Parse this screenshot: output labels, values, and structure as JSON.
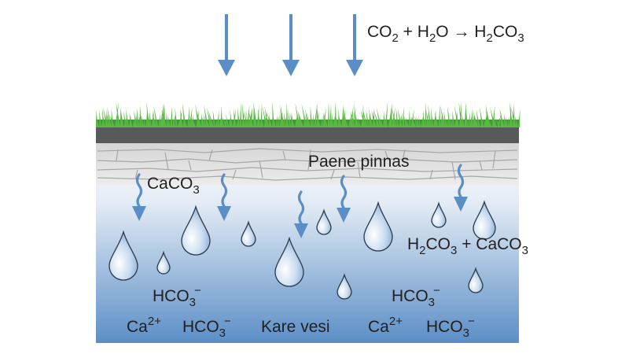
{
  "colors": {
    "arrow": "#5b8ec6",
    "grass": "#4caf3a",
    "soil": "#58595b",
    "limestone": "#d6d6d6",
    "water_top": "#e8eff7",
    "water_bottom": "#5b8ec6",
    "droplet": "#a9c6e6",
    "text": "#231f20"
  },
  "equation_top": {
    "parts": [
      {
        "t": "CO"
      },
      {
        "s": "2"
      },
      {
        "t": " + H"
      },
      {
        "s": "2"
      },
      {
        "t": "O  →  H"
      },
      {
        "s": "2"
      },
      {
        "t": "CO"
      },
      {
        "s": "3"
      }
    ]
  },
  "label_limestone": "Paene pinnas",
  "label_caco3": {
    "main": "CaCO",
    "sub": "3"
  },
  "equation_right": {
    "parts": [
      {
        "t": "H"
      },
      {
        "s": "2"
      },
      {
        "t": "CO"
      },
      {
        "s": "3"
      },
      {
        "t": " + CaCO"
      },
      {
        "s": "3"
      }
    ]
  },
  "ions": {
    "hco3_left_top": {
      "main": "HCO",
      "sub": "3",
      "sup": "−"
    },
    "ca_left": {
      "main": "Ca",
      "sup": "2+"
    },
    "hco3_left_bottom": {
      "main": "HCO",
      "sub": "3",
      "sup": "−"
    },
    "hco3_right_top": {
      "main": "HCO",
      "sub": "3",
      "sup": "−"
    },
    "ca_right": {
      "main": "Ca",
      "sup": "2+"
    },
    "hco3_right_bottom": {
      "main": "HCO",
      "sub": "3",
      "sup": "−"
    }
  },
  "label_hard_water": "Kare vesi"
}
